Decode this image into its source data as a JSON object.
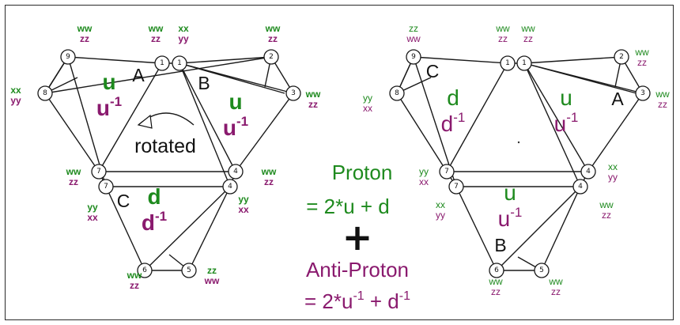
{
  "colors": {
    "green": "#1e8a1e",
    "purple": "#8a1a6e",
    "ink": "#111111"
  },
  "left": {
    "node_labels": [
      "9",
      "8",
      "1",
      "1",
      "2",
      "3",
      "7",
      "7",
      "4",
      "4",
      "6",
      "5"
    ],
    "tags": [
      [
        "ww",
        "zz"
      ],
      [
        "xx",
        "yy"
      ],
      [
        "ww",
        "zz"
      ],
      [
        "xx",
        "yy"
      ],
      [
        "ww",
        "zz"
      ],
      [
        "ww",
        "zz"
      ],
      [
        "ww",
        "zz"
      ],
      [
        "yy",
        "xx"
      ],
      [
        "ww",
        "zz"
      ],
      [
        "yy",
        "xx"
      ],
      [
        "zz",
        "ww"
      ],
      [
        "ww",
        "zz"
      ]
    ],
    "faces": [
      "A",
      "B",
      "C"
    ],
    "quarks": [
      {
        "name": "u",
        "anti": "u",
        "sup": "-1"
      },
      {
        "name": "u",
        "anti": "u",
        "sup": "-1"
      },
      {
        "name": "d",
        "anti": "d",
        "sup": "-1"
      }
    ],
    "rotated_label": "rotated"
  },
  "right": {
    "node_labels": [
      "9",
      "8",
      "1",
      "1",
      "2",
      "3",
      "7",
      "7",
      "4",
      "4",
      "6",
      "5"
    ],
    "tags": [
      [
        "zz",
        "ww"
      ],
      [
        "yy",
        "xx"
      ],
      [
        "ww",
        "zz"
      ],
      [
        "ww",
        "zz"
      ],
      [
        "ww",
        "zz"
      ],
      [
        "ww",
        "zz"
      ],
      [
        "yy",
        "xx"
      ],
      [
        "xx",
        "yy"
      ],
      [
        "ww",
        "zz"
      ],
      [
        "ww",
        "zz"
      ],
      [
        "ww",
        "zz"
      ],
      [
        "xx",
        "yy"
      ]
    ],
    "faces": [
      "C",
      "A",
      "B"
    ],
    "quarks": [
      {
        "name": "d",
        "anti": "d",
        "sup": "-1"
      },
      {
        "name": "u",
        "anti": "u",
        "sup": "-1"
      },
      {
        "name": "u",
        "anti": "u",
        "sup": "-1"
      }
    ]
  },
  "center": {
    "proton": "Proton",
    "proton_formula": "= 2*u + d",
    "plus": "+",
    "antiproton": "Anti-Proton",
    "antiproton_formula_a": "= 2*u",
    "antiproton_sup1": "-1",
    "antiproton_formula_b": " + d",
    "antiproton_sup2": "-1"
  }
}
